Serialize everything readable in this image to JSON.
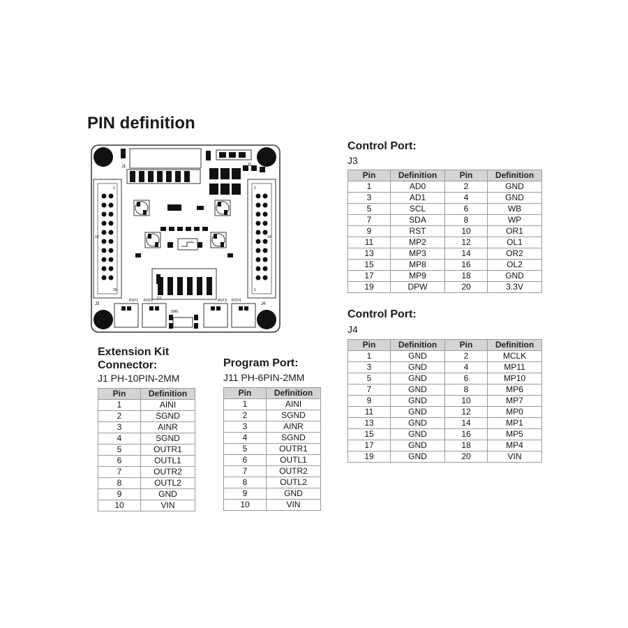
{
  "page_title": "PIN definition",
  "board": {
    "labels": {
      "j1": "J1",
      "j2": "J2",
      "j3": "J3",
      "j4": "J4",
      "j11": "J11",
      "pot1": "POT1",
      "pot2": "POT2",
      "pot3": "POT3",
      "pot4": "POT4",
      "sw1": "SW1",
      "p1": "1",
      "p2": "2",
      "p19": "19",
      "p20": "20"
    }
  },
  "j3_section": {
    "heading": "Control Port:",
    "subheading": "J3",
    "headers": [
      "Pin",
      "Definition",
      "Pin",
      "Definition"
    ],
    "rows": [
      [
        "1",
        "AD0",
        "2",
        "GND"
      ],
      [
        "3",
        "AD1",
        "4",
        "GND"
      ],
      [
        "5",
        "SCL",
        "6",
        "WB"
      ],
      [
        "7",
        "SDA",
        "8",
        "WP"
      ],
      [
        "9",
        "RST",
        "10",
        "OR1"
      ],
      [
        "11",
        "MP2",
        "12",
        "OL1"
      ],
      [
        "13",
        "MP3",
        "14",
        "OR2"
      ],
      [
        "15",
        "MP8",
        "16",
        "OL2"
      ],
      [
        "17",
        "MP9",
        "18",
        "GND"
      ],
      [
        "19",
        "DPW",
        "20",
        "3.3V"
      ]
    ]
  },
  "j4_section": {
    "heading": "Control Port:",
    "subheading": "J4",
    "headers": [
      "Pin",
      "Definition",
      "Pin",
      "Definition"
    ],
    "rows": [
      [
        "1",
        "GND",
        "2",
        "MCLK"
      ],
      [
        "3",
        "GND",
        "4",
        "MP11"
      ],
      [
        "5",
        "GND",
        "6",
        "MP10"
      ],
      [
        "7",
        "GND",
        "8",
        "MP6"
      ],
      [
        "9",
        "GND",
        "10",
        "MP7"
      ],
      [
        "11",
        "GND",
        "12",
        "MP0"
      ],
      [
        "13",
        "GND",
        "14",
        "MP1"
      ],
      [
        "15",
        "GND",
        "16",
        "MP5"
      ],
      [
        "17",
        "GND",
        "18",
        "MP4"
      ],
      [
        "19",
        "GND",
        "20",
        "VIN"
      ]
    ]
  },
  "j1_section": {
    "heading_line1": "Extension Kit",
    "heading_line2": "Connector:",
    "subheading": "J1 PH-10PIN-2MM",
    "headers": [
      "Pin",
      "Definition"
    ],
    "rows": [
      [
        "1",
        "AINI"
      ],
      [
        "2",
        "SGND"
      ],
      [
        "3",
        "AINR"
      ],
      [
        "4",
        "SGND"
      ],
      [
        "5",
        "OUTR1"
      ],
      [
        "6",
        "OUTL1"
      ],
      [
        "7",
        "OUTR2"
      ],
      [
        "8",
        "OUTL2"
      ],
      [
        "9",
        "GND"
      ],
      [
        "10",
        "VIN"
      ]
    ]
  },
  "j11_section": {
    "heading": "Program Port:",
    "subheading": "J11 PH-6PIN-2MM",
    "headers": [
      "Pin",
      "Definition"
    ],
    "rows": [
      [
        "1",
        "AINI"
      ],
      [
        "2",
        "SGND"
      ],
      [
        "3",
        "AINR"
      ],
      [
        "4",
        "SGND"
      ],
      [
        "5",
        "OUTR1"
      ],
      [
        "6",
        "OUTL1"
      ],
      [
        "7",
        "OUTR2"
      ],
      [
        "8",
        "OUTL2"
      ],
      [
        "9",
        "GND"
      ],
      [
        "10",
        "VIN"
      ]
    ]
  }
}
